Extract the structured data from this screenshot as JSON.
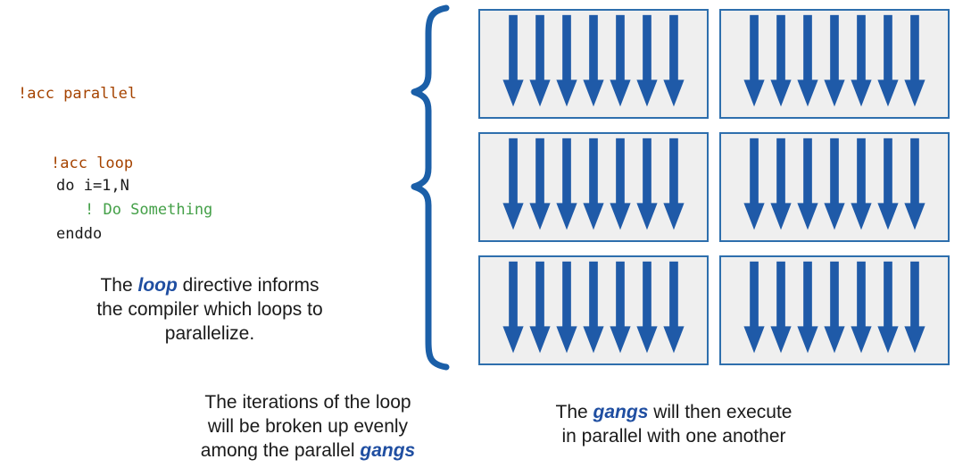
{
  "code": {
    "parallel_directive": "!acc parallel",
    "loop_directive": "!acc loop",
    "do_line": "do i=1,N",
    "comment_line": "! Do Something",
    "enddo_line": "enddo"
  },
  "captions": {
    "loop_info": {
      "line1_pre": "The ",
      "keyword": "loop",
      "line1_post": " directive informs",
      "line2": "the compiler which loops to",
      "line3": "parallelize."
    },
    "iterations": {
      "line1": "The iterations of the loop",
      "line2": "will be broken up evenly",
      "line3_pre": "among the parallel ",
      "keyword": "gangs"
    },
    "gangs_execute": {
      "line1_pre": "The ",
      "keyword": "gangs",
      "line1_post": " will then execute",
      "line2": "in parallel with one another"
    }
  },
  "diagram": {
    "rows": 3,
    "cols": 2,
    "arrows_per_box": 7,
    "colors": {
      "arrow": "#1f5aa8",
      "box_border": "#2e6fad",
      "box_bg": "#efefef",
      "brace": "#1b5fa8"
    }
  },
  "colors": {
    "directive": "#a54300",
    "comment": "#44a048",
    "keyword": "#1f4ea1",
    "text": "#1a1a1a"
  }
}
